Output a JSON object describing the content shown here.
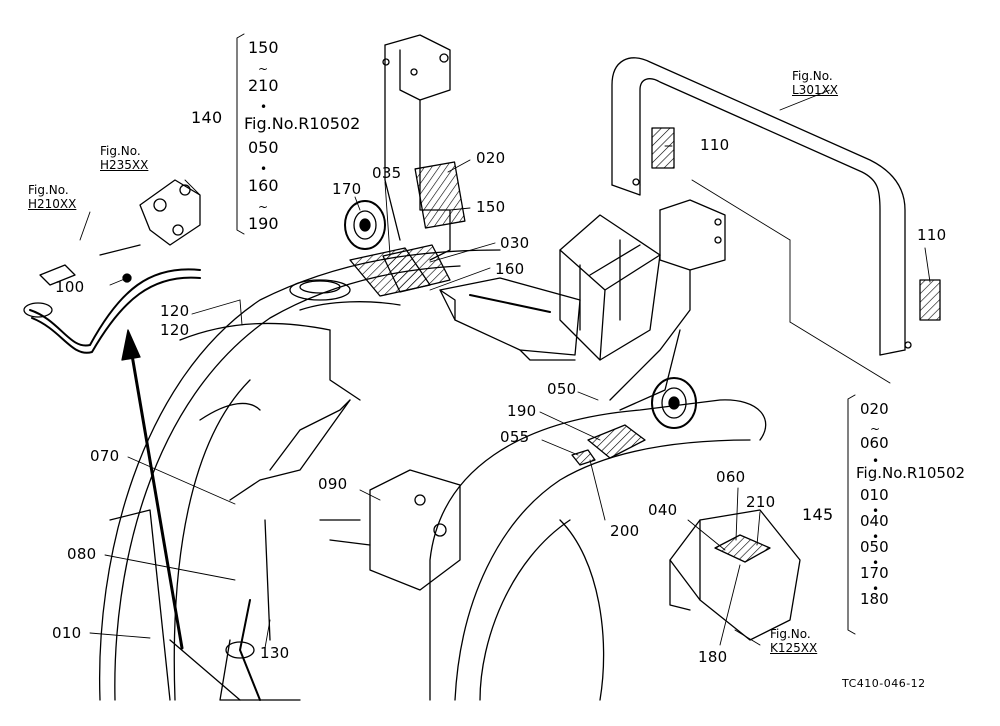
{
  "part_labels": {
    "l020": "020",
    "l035": "035",
    "l150": "150",
    "l170": "170",
    "l030": "030",
    "l160": "160",
    "l100": "100",
    "l120a": "120",
    "l120b": "120",
    "l110a": "110",
    "l110b": "110",
    "l050": "050",
    "l190": "190",
    "l055": "055",
    "l200": "200",
    "l070": "070",
    "l090": "090",
    "l080": "080",
    "l010": "010",
    "l130": "130",
    "l060": "060",
    "l210": "210",
    "l040": "040",
    "l180": "180"
  },
  "group_140": {
    "number": "140",
    "items": [
      "150",
      "~",
      "210",
      "•",
      "Fig.No.R10502",
      "050",
      "•",
      "160",
      "~",
      "190"
    ]
  },
  "group_145": {
    "number": "145",
    "items": [
      "020",
      "~",
      "060",
      "•",
      "Fig.No.R10502",
      "010",
      "•",
      "040",
      "•",
      "050",
      "•",
      "170",
      "•",
      "180"
    ]
  },
  "fig_refs": {
    "h235": {
      "caption": "Fig.No.",
      "number": "H235XX"
    },
    "h210": {
      "caption": "Fig.No.",
      "number": "H210XX"
    },
    "l301": {
      "caption": "Fig.No.",
      "number": "L301XX"
    },
    "k125": {
      "caption": "Fig.No.",
      "number": "K125XX"
    }
  },
  "drawing_code": "TC410-046-12"
}
